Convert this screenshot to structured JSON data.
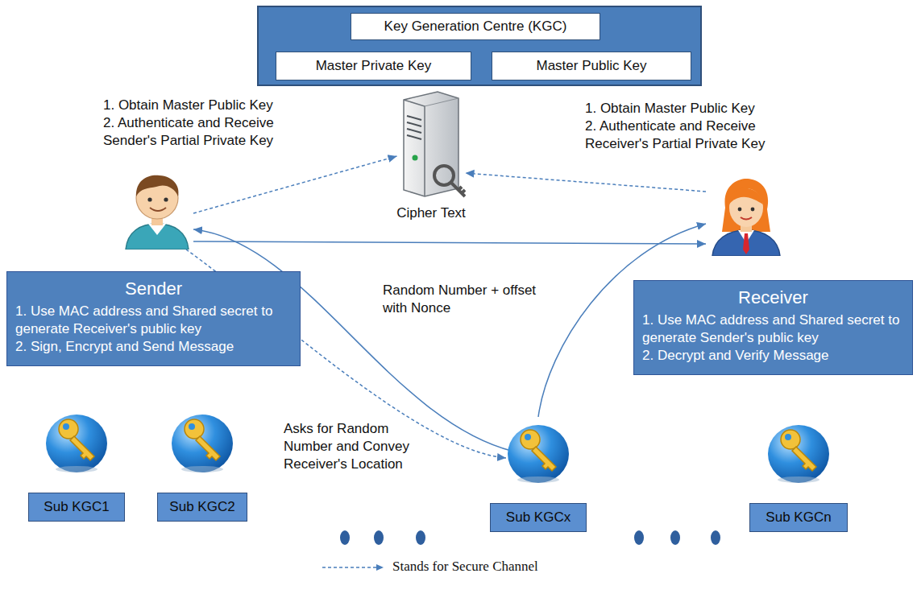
{
  "diagram": {
    "nodes": [
      {
        "text": [
          "Key Generation Centre (KGC)"
        ]
      },
      {
        "text": [
          "Master Private Key"
        ]
      },
      {
        "text": [
          "Master Public Key"
        ]
      },
      {
        "text": [
          "Cipher Text"
        ]
      },
      {
        "text": [
          "1. Obtain Master Public Key",
          "2. Authenticate and Receive Sender's Partial Private Key"
        ]
      },
      {
        "text": [
          "1. Obtain Master Public Key",
          "2. Authenticate and Receive Receiver's Partial Private Key"
        ]
      },
      {
        "text": [
          "Sender",
          "1. Use MAC address and Shared secret to generate Receiver's public key",
          "2. Sign, Encrypt and Send Message"
        ]
      },
      {
        "text": [
          "Receiver",
          "1. Use MAC address and Shared secret to generate Sender's public key",
          "2. Decrypt and Verify Message"
        ]
      },
      {
        "text": [
          "Sub KGC1"
        ]
      },
      {
        "text": [
          "Sub KGC2"
        ]
      },
      {
        "text": [
          "Sub KGCx"
        ]
      },
      {
        "text": [
          "Sub KGCn"
        ]
      }
    ],
    "edges": [
      {
        "from": 4,
        "to": 3,
        "arrow": "to"
      },
      {
        "from": 5,
        "to": 3,
        "arrow": "to"
      },
      {
        "from": 4,
        "to": 5,
        "arrow": "to"
      },
      {
        "from": 4,
        "to": 10,
        "arrow": "to"
      },
      {
        "from": 10,
        "to": 4,
        "arrow": "to"
      },
      {
        "from": 10,
        "to": 5,
        "arrow": "to"
      }
    ],
    "labels": [
      "Random Number + offset with Nonce",
      "Asks for Random Number and Convey Receiver's Location"
    ],
    "legend": [
      {
        "text": "Stands for Secure Channel"
      }
    ]
  }
}
